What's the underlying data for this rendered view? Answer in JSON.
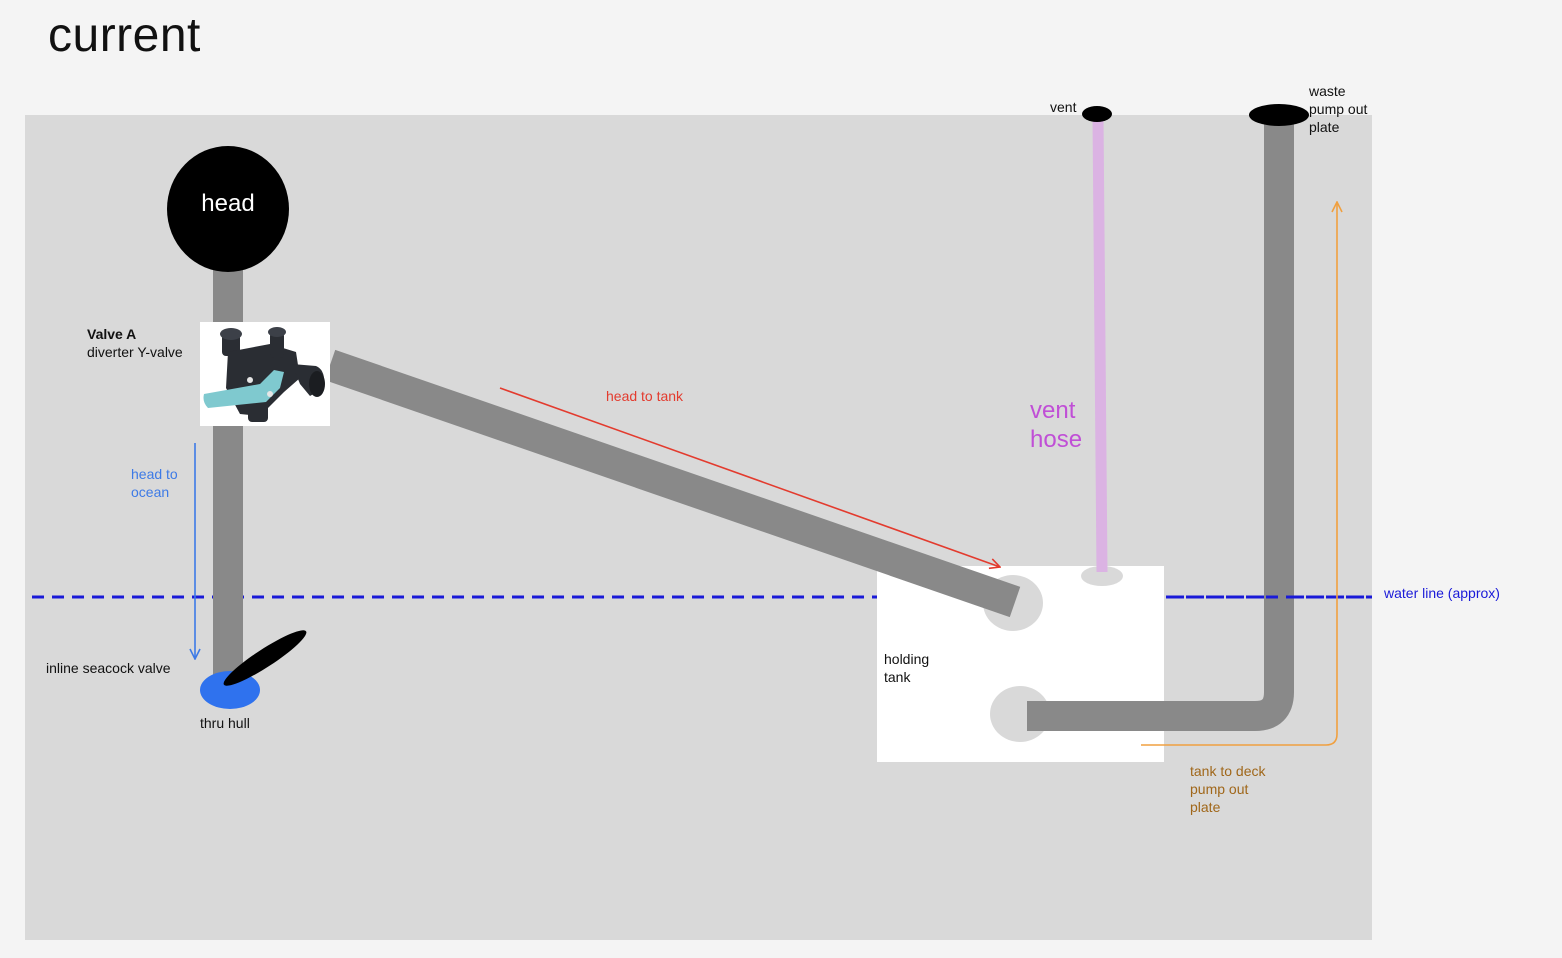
{
  "frame_title": "current",
  "labels": {
    "head": "head",
    "valve_a_name": "Valve A",
    "valve_a_desc": "diverter Y-valve",
    "head_to_ocean": "head to\nocean",
    "head_to_tank": "head to tank",
    "inline_seacock": "inline seacock valve",
    "thru_hull": "thru hull",
    "holding_tank": "holding\ntank",
    "vent": "vent",
    "vent_hose": "vent\nhose",
    "waste_plate": "waste\npump out\nplate",
    "water_line": "water line (approx)",
    "tank_to_deck": "tank to deck\npump out\nplate"
  },
  "colors": {
    "page_bg": "#f4f4f4",
    "canvas_bg": "#d9d9d9",
    "hose": "#898989",
    "vent_hose": "#dbb3e3",
    "vent_hose_text": "#c04fd6",
    "water_line": "#1a1ad8",
    "head_to_ocean": "#3d7ae6",
    "head_to_tank": "#e33b2e",
    "tank_to_deck_arrow": "#f0a040",
    "tank_to_deck_text": "#a0671a",
    "thru_hull": "#2f72ee"
  },
  "icons": {
    "valve_photo": "y-valve-photo"
  }
}
